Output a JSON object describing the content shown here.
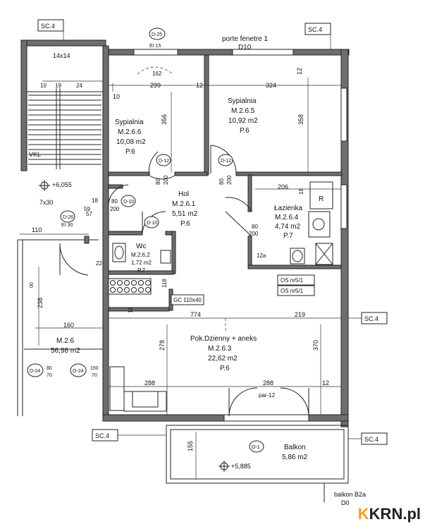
{
  "header": {
    "window_label": "porte fenetre 1",
    "window_code": "D10"
  },
  "section_tags": [
    "SC.4",
    "SC.4",
    "SC.4",
    "SC.4",
    "SC.4"
  ],
  "rooms": [
    {
      "name": "Sypialnia",
      "code": "M.2.6.6",
      "area": "10,08 m2",
      "floor": "P.6"
    },
    {
      "name": "Sypialnia",
      "code": "M.2.6.5",
      "area": "10,92 m2",
      "floor": "P.6"
    },
    {
      "name": "Hol",
      "code": "M.2.6.1",
      "area": "5,51 m2",
      "floor": "P.6"
    },
    {
      "name": "Łazienka",
      "code": "M.2.6.4",
      "area": "4,74 m2",
      "floor": "P.7"
    },
    {
      "name": "Wc",
      "code": "M.2.6.2",
      "area": "1,72 m2",
      "floor": "P.7"
    },
    {
      "name": "Pok.Dzienny + aneks",
      "code": "M.2.6.3",
      "area": "22,62 m2",
      "floor": "P.6"
    },
    {
      "name": "Balkon",
      "area": "5,86 m2"
    }
  ],
  "apartment": {
    "code": "M.2.6",
    "area": "56,98 m2"
  },
  "doors": {
    "d25": "D-25",
    "ei15": "EI 15",
    "d12a": "D-12",
    "d12b": "D-12",
    "d10a": "D-10",
    "d10b": "D-10",
    "d26": "D-26",
    "ei30": "EI 30",
    "d24": "D-24",
    "o24": "O-24",
    "o1": "O-1"
  },
  "dims": {
    "stair": "14x14",
    "n10": "10",
    "n19": "19",
    "n24": "24",
    "d299": "299",
    "d12a": "12",
    "d324": "324",
    "d12b": "12",
    "d10": "10",
    "d162": "162",
    "d356": "356",
    "d358": "358",
    "d80a": "80",
    "d200a": "200",
    "d80b": "80",
    "d200b": "200",
    "d206": "206",
    "d18a": "18",
    "r": "R",
    "d18b": "18",
    "d57": "57",
    "d59": "59",
    "d80c": "80",
    "d200c": "200",
    "d110": "110",
    "d80d": "80",
    "d200d": "200",
    "d12c": "12a",
    "d22": "22",
    "d118": "118",
    "gc": "GC 110x40",
    "os1": "OS nr5/1",
    "os2": "OS nr5/1",
    "d18c": "18",
    "d774": "774",
    "d219": "219",
    "d278": "278",
    "d370": "370",
    "d288a": "288",
    "d288b": "288",
    "d12d": "12",
    "par": "par-12",
    "d238": "238",
    "d160": "160",
    "d00": "00",
    "d80e": "80",
    "d70a": "70",
    "d150": "150",
    "d70b": "70",
    "d155": "155",
    "vkl": "VKL",
    "lvl1": "+6,055",
    "lvl2": "+5,885",
    "d7x30": "7x30",
    "balkon": "balkon B2a",
    "d00b": "D0"
  },
  "logo": {
    "k": "K",
    "rest": "KRN.pl"
  }
}
